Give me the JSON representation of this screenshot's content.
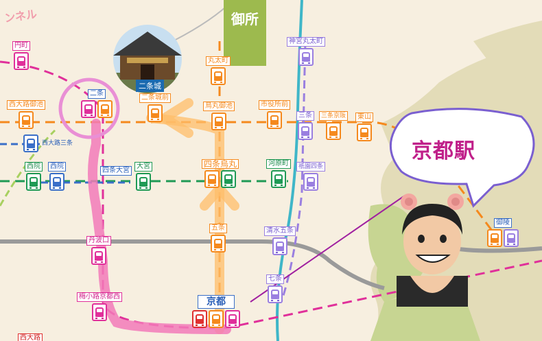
{
  "areas": {
    "imperial_palace": "御所",
    "nijo_castle": "二条城",
    "tunnel_text": "ンネル"
  },
  "callout": {
    "text": "京都駅",
    "character": "cartoon-guide"
  },
  "colors": {
    "orange_line": "#f5891d",
    "purple_line": "#9a7fe0",
    "magenta_line": "#e0309a",
    "green_line": "#1f9a55",
    "blue_line": "#3a6fc8",
    "red_line": "#e03030",
    "highlight_route": "#ffbe6a"
  },
  "stations": {
    "enmachi": "円町",
    "nishioji_oike": "西大路御池",
    "nijo": "二条",
    "nijojomae": "二条城前",
    "nishioji_sanjo": "西大路三条",
    "saiin_a": "西院",
    "saiin_b": "西院",
    "shijo_omiya": "四条大宮",
    "omiya": "大宮",
    "marutamachi": "丸太町",
    "karasuma_oike": "烏丸御池",
    "shijo_karasuma": "四条烏丸",
    "gojo": "五条",
    "kyoto": "京都",
    "jingu_marutamachi": "神宮丸太町",
    "shiyakushomae": "市役所前",
    "sanjo": "三条",
    "sanjo_keihan": "三条京阪",
    "higashiyama": "東山",
    "kawaramachi": "河原町",
    "gion_shijo": "祇園四条",
    "kiyomizu_gojo": "清水五条",
    "shichijo": "七条",
    "tambaguchi": "丹波口",
    "umekoji_kyotonishi": "梅小路京都西",
    "nishioji": "西大路",
    "misasagi": "御陵"
  }
}
